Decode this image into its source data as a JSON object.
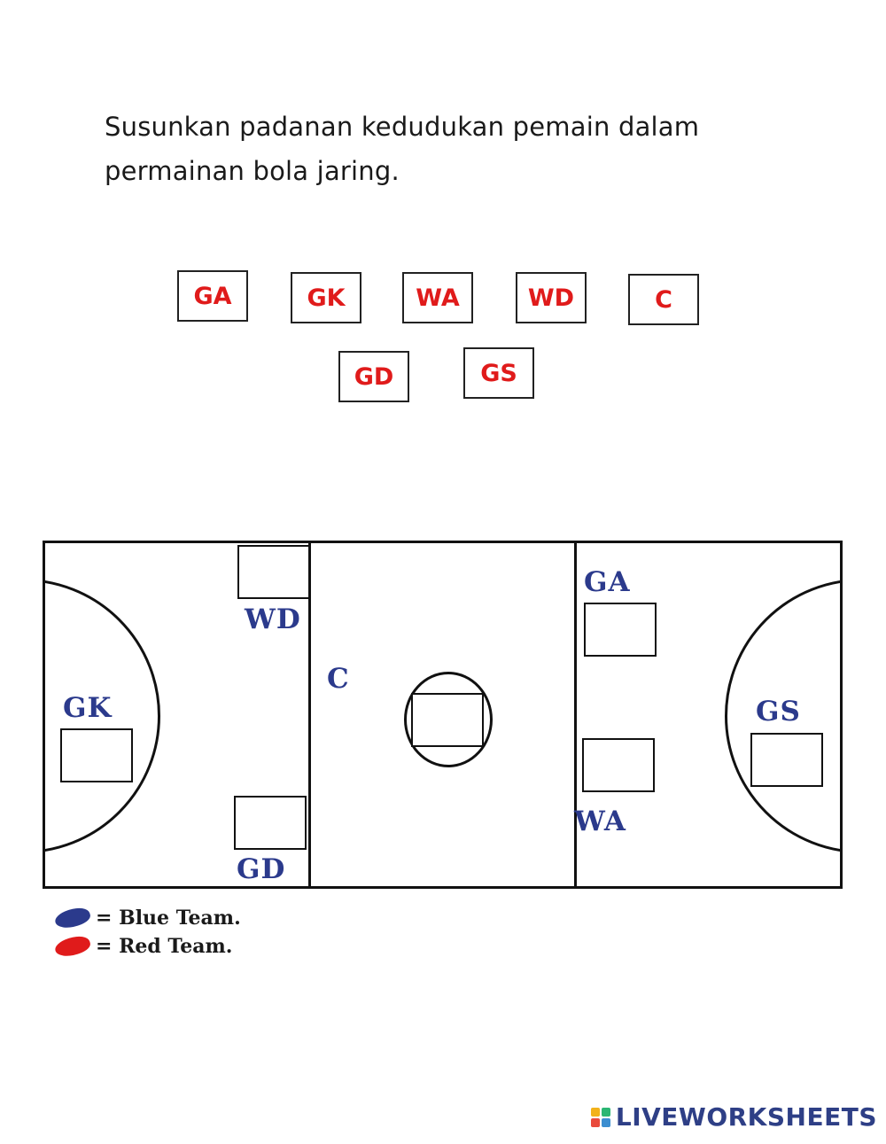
{
  "instructions": {
    "line1": "Susunkan padanan kedudukan pemain dalam",
    "line2": "permainan bola jaring."
  },
  "chips": [
    {
      "label": "GA"
    },
    {
      "label": "GK"
    },
    {
      "label": "WA"
    },
    {
      "label": "WD"
    },
    {
      "label": "C"
    },
    {
      "label": "GD"
    },
    {
      "label": "GS"
    }
  ],
  "court": {
    "labels": {
      "wd": "WD",
      "c": "C",
      "gk": "GK",
      "gd": "GD",
      "ga": "GA",
      "gs": "GS",
      "wa": "WA"
    }
  },
  "legend": {
    "blue": "= Blue Team.",
    "red": "= Red Team.",
    "blue_color": "#2b3a8c",
    "red_color": "#e01b1b"
  },
  "footer": {
    "brand": "LIVEWORKSHEETS",
    "logo_colors": [
      "#f2b21b",
      "#2bb673",
      "#e94b3c",
      "#3b8ed0"
    ]
  }
}
